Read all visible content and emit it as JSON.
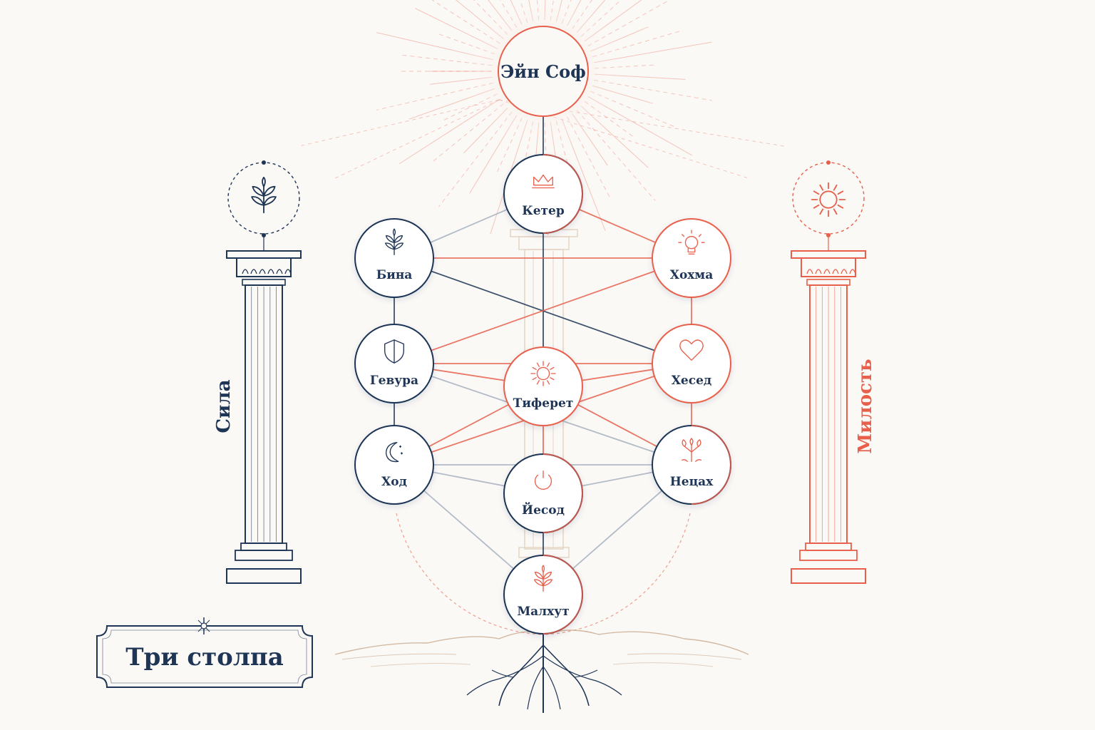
{
  "colors": {
    "navy": "#1f3556",
    "coral": "#e8604c",
    "tan": "#c9a98c",
    "paper": "#fbf9f6",
    "gray_line": "#9aa7b8"
  },
  "source": {
    "label": "Эйн Соф",
    "icon": "radiant-sun-rays"
  },
  "title_plaque": {
    "text": "Три столпа",
    "ornament": "star-icon"
  },
  "pillars": [
    {
      "id": "left",
      "label": "Сила",
      "color": "#1f3556",
      "emblem": "sprout-icon"
    },
    {
      "id": "right",
      "label": "Милость",
      "color": "#e8604c",
      "emblem": "sun-icon"
    }
  ],
  "sefirot": [
    {
      "id": "keter",
      "label": "Кетер",
      "icon": "crown-icon",
      "tone": "mixed"
    },
    {
      "id": "bina",
      "label": "Бина",
      "icon": "sprout-icon",
      "tone": "navy"
    },
    {
      "id": "hokhma",
      "label": "Хохма",
      "icon": "lightbulb-icon",
      "tone": "coral"
    },
    {
      "id": "gevura",
      "label": "Гевура",
      "icon": "shield-icon",
      "tone": "navy"
    },
    {
      "id": "hesed",
      "label": "Хесед",
      "icon": "heart-icon",
      "tone": "coral"
    },
    {
      "id": "tiferet",
      "label": "Тиферет",
      "icon": "radiant-sun-icon",
      "tone": "coral"
    },
    {
      "id": "hod",
      "label": "Ход",
      "icon": "moon-stars-icon",
      "tone": "navy"
    },
    {
      "id": "netzach",
      "label": "Нецах",
      "icon": "branch-icon",
      "tone": "mixed"
    },
    {
      "id": "yesod",
      "label": "Йесод",
      "icon": "power-icon",
      "tone": "mixed"
    },
    {
      "id": "malkhut",
      "label": "Малхут",
      "icon": "leaf-sprout-icon",
      "tone": "mixed"
    }
  ],
  "paths": [
    [
      "ein_sof",
      "keter"
    ],
    [
      "keter",
      "bina"
    ],
    [
      "keter",
      "hokhma"
    ],
    [
      "keter",
      "tiferet"
    ],
    [
      "bina",
      "hokhma"
    ],
    [
      "bina",
      "gevura"
    ],
    [
      "bina",
      "hesed"
    ],
    [
      "hokhma",
      "hesed"
    ],
    [
      "hokhma",
      "gevura"
    ],
    [
      "gevura",
      "hesed"
    ],
    [
      "gevura",
      "tiferet"
    ],
    [
      "gevura",
      "hod"
    ],
    [
      "gevura",
      "netzach"
    ],
    [
      "hesed",
      "tiferet"
    ],
    [
      "hesed",
      "netzach"
    ],
    [
      "hesed",
      "hod"
    ],
    [
      "tiferet",
      "hod"
    ],
    [
      "tiferet",
      "netzach"
    ],
    [
      "tiferet",
      "yesod"
    ],
    [
      "hod",
      "netzach"
    ],
    [
      "hod",
      "yesod"
    ],
    [
      "hod",
      "malkhut"
    ],
    [
      "netzach",
      "yesod"
    ],
    [
      "netzach",
      "malkhut"
    ],
    [
      "yesod",
      "malkhut"
    ]
  ]
}
